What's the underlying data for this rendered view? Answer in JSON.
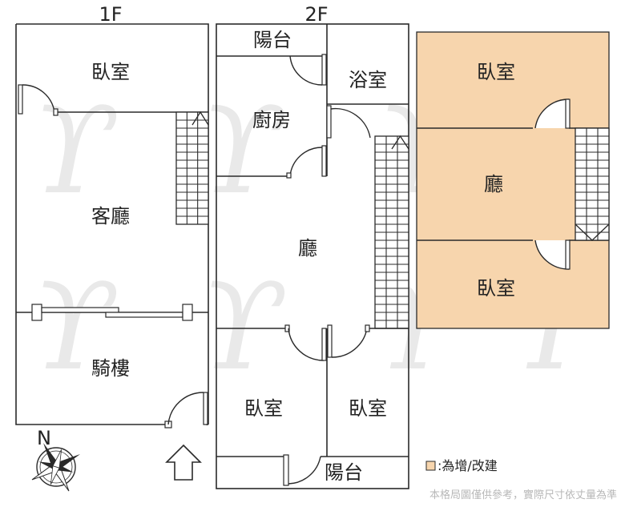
{
  "floors": {
    "f1": {
      "title": "1F",
      "rooms": {
        "bedroom": "臥室",
        "living": "客廳",
        "arcade": "騎樓"
      }
    },
    "f2": {
      "title": "2F",
      "rooms": {
        "balcony_top": "陽台",
        "bath": "浴室",
        "kitchen": "廚房",
        "hall": "廳",
        "bedroom_left": "臥室",
        "bedroom_right": "臥室",
        "balcony_bottom": "陽台"
      }
    },
    "f3": {
      "rooms": {
        "bedroom_top": "臥室",
        "hall": "廳",
        "bedroom_bottom": "臥室"
      },
      "fill_color": "#f7d5ad"
    }
  },
  "compass": {
    "label": "N"
  },
  "entrance": {
    "icon": "entrance-arrow-icon"
  },
  "legend": {
    "text": ":為增/改建",
    "swatch_color": "#f7d5ad"
  },
  "disclaimer": "本格局圖僅供參考，實際尺寸依丈量為準"
}
